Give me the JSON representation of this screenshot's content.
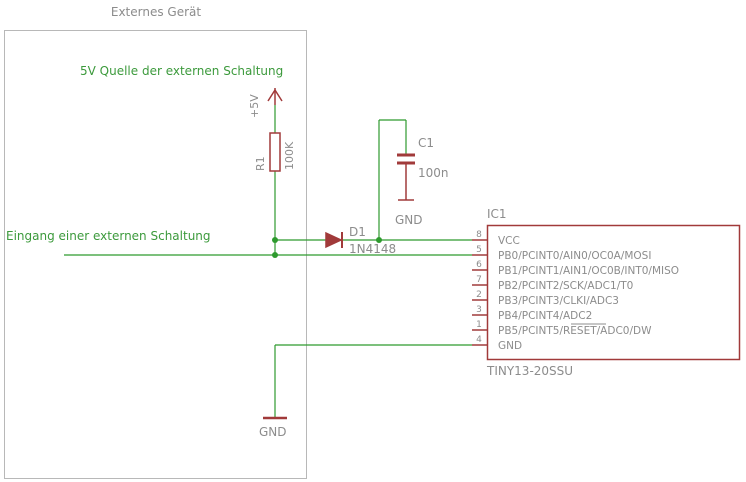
{
  "colors": {
    "wire": "#2e9a2e",
    "part": "#a13a3a",
    "label_gray": "#8c8c8c",
    "label_green": "#3c9a3c",
    "frame": "#b8b8b8"
  },
  "device": {
    "title": "Externes Gerät"
  },
  "annotations": {
    "source_label": "5V Quelle der externen Schaltung",
    "input_label": "Eingang einer externen Schaltung"
  },
  "supply": {
    "symbol_label": "+5V"
  },
  "resistor": {
    "name": "R1",
    "value": "100K"
  },
  "capacitor": {
    "name": "C1",
    "value": "100n",
    "gnd_label": "GND"
  },
  "diode": {
    "name": "D1",
    "value": "1N4148"
  },
  "ground": {
    "label": "GND"
  },
  "ic": {
    "name": "IC1",
    "part": "TINY13-20SSU",
    "pins": [
      {
        "number": "8",
        "label": "VCC"
      },
      {
        "number": "5",
        "label": "PB0/PCINT0/AIN0/OC0A/MOSI"
      },
      {
        "number": "6",
        "label": "PB1/PCINT1/AIN1/OC0B/INT0/MISO"
      },
      {
        "number": "7",
        "label": "PB2/PCINT2/SCK/ADC1/T0"
      },
      {
        "number": "2",
        "label": "PB3/PCINT3/CLKI/ADC3"
      },
      {
        "number": "3",
        "label": "PB4/PCINT4/ADC2"
      },
      {
        "number": "1",
        "label": "PB5/PCINT5/RESET/ADC0/DW"
      },
      {
        "number": "4",
        "label": "GND"
      }
    ]
  }
}
